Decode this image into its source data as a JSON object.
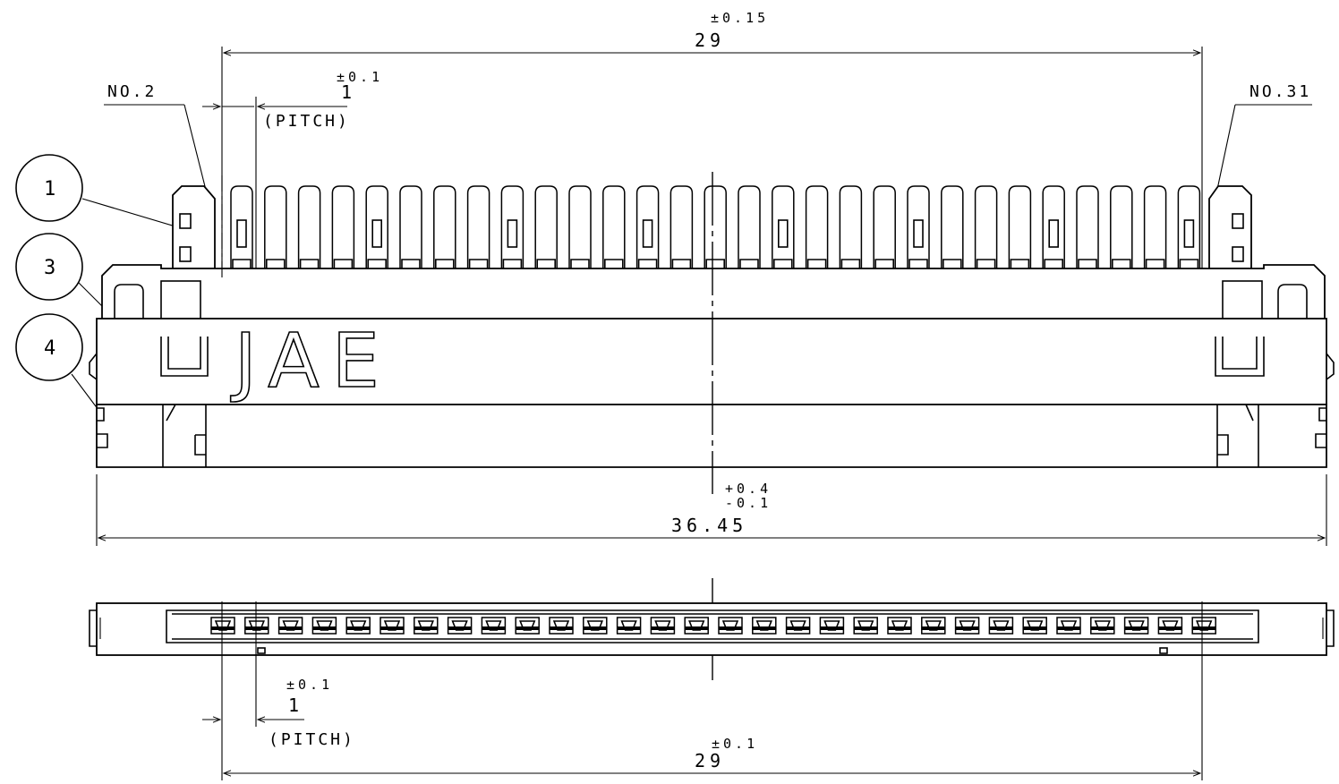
{
  "drawing": {
    "manufacturer_logo": "JAE",
    "pin_labels": {
      "left": "NO.2",
      "right": "NO.31"
    },
    "balloons": [
      "1",
      "3",
      "4"
    ],
    "pin_count_top": 31,
    "pin_count_bottom": 30,
    "dimensions": {
      "top_overall": {
        "value": "29",
        "tolerance": "±0.15"
      },
      "top_pitch": {
        "value": "1",
        "tolerance": "±0.1",
        "note": "(PITCH)"
      },
      "overall_width": {
        "value": "36.45",
        "tol_plus": "+0.4",
        "tol_minus": "-0.1"
      },
      "bottom_pitch": {
        "value": "1",
        "tolerance": "±0.1",
        "note": "(PITCH)"
      },
      "bottom_overall": {
        "value": "29",
        "tolerance": "±0.1"
      }
    }
  }
}
